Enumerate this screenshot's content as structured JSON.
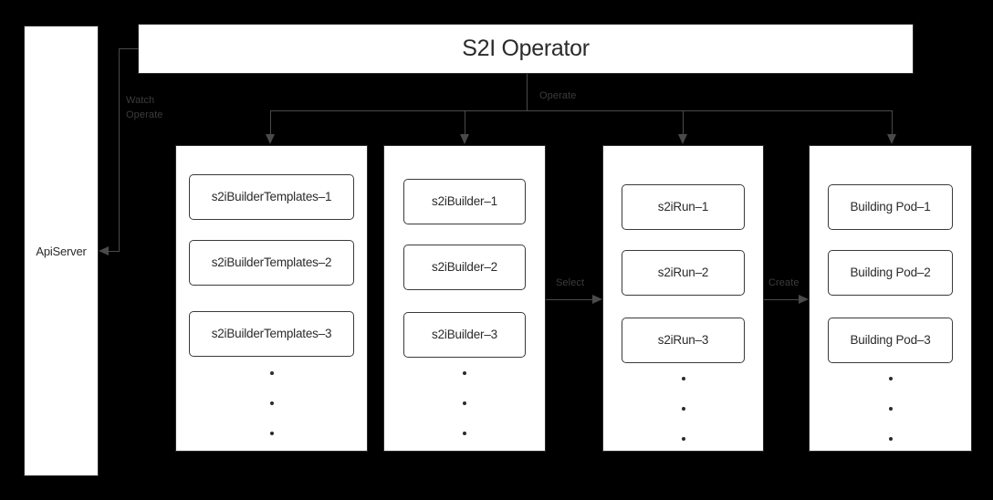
{
  "diagram": {
    "title": "S2I Operator",
    "background_color": "#000000",
    "panel_color": "#ffffff",
    "text_color": "#2b2b2b",
    "line_color": "#4a4a4a"
  },
  "api_server": {
    "label": "ApiServer"
  },
  "operator": {
    "label": "S2I Operator"
  },
  "edges": {
    "watch_operate": "Watch\nOperate",
    "operate": "Operate",
    "select": "Select",
    "create": "Create"
  },
  "columns": [
    {
      "name": "s2ibuildertemplates",
      "items": [
        "s2iBuilderTemplates–1",
        "s2iBuilderTemplates–2",
        "s2iBuilderTemplates–3"
      ],
      "ellipsis": 3
    },
    {
      "name": "s2ibuilder",
      "items": [
        "s2iBuilder–1",
        "s2iBuilder–2",
        "s2iBuilder–3"
      ],
      "ellipsis": 3
    },
    {
      "name": "s2irun",
      "items": [
        "s2iRun–1",
        "s2iRun–2",
        "s2iRun–3"
      ],
      "ellipsis": 3
    },
    {
      "name": "building-pod",
      "items": [
        "Building Pod–1",
        "Building Pod–2",
        "Building Pod–3"
      ],
      "ellipsis": 3
    }
  ]
}
